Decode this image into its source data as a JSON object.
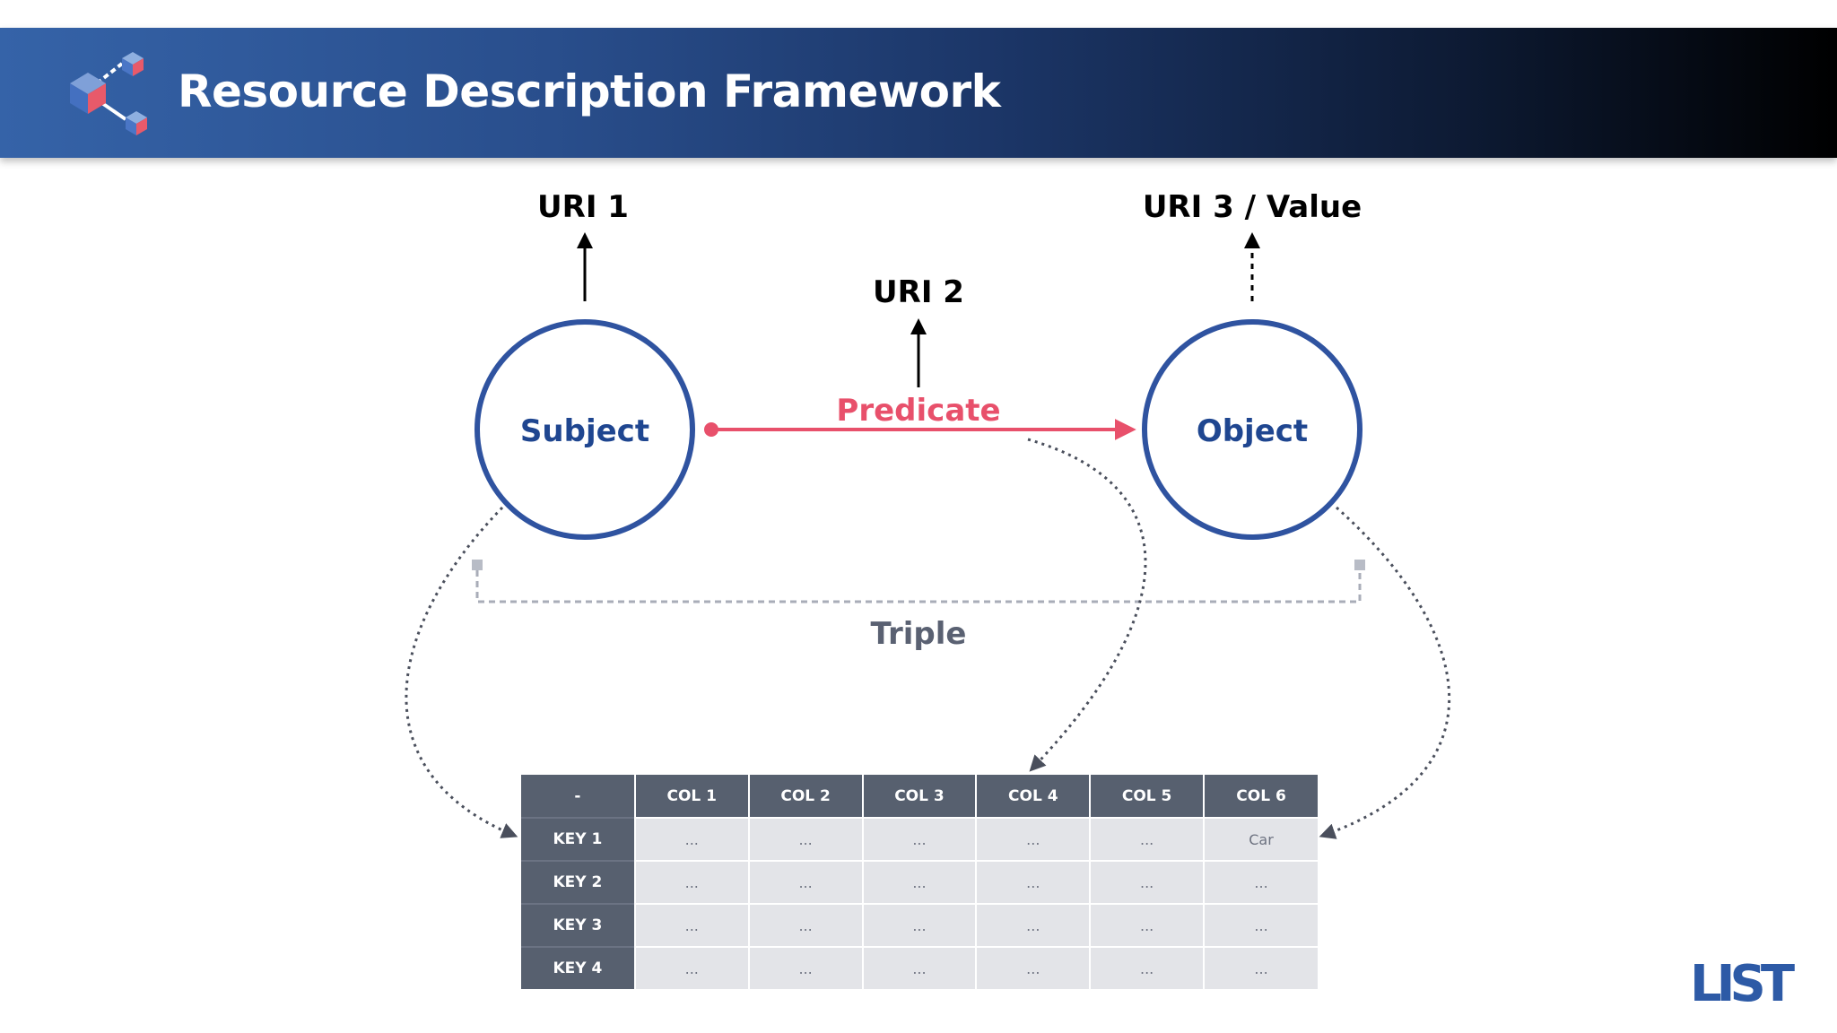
{
  "header": {
    "title": "Resource Description Framework"
  },
  "diagram": {
    "uri1": "URI 1",
    "uri2": "URI 2",
    "uri3": "URI 3 / Value",
    "subject": "Subject",
    "predicate": "Predicate",
    "object": "Object",
    "triple": "Triple"
  },
  "table": {
    "columns": [
      "-",
      "COL 1",
      "COL 2",
      "COL 3",
      "COL 4",
      "COL 5",
      "COL 6"
    ],
    "rows": [
      {
        "key": "KEY 1",
        "cells": [
          "...",
          "...",
          "...",
          "...",
          "...",
          "Car"
        ]
      },
      {
        "key": "KEY 2",
        "cells": [
          "...",
          "...",
          "...",
          "...",
          "...",
          "..."
        ]
      },
      {
        "key": "KEY 3",
        "cells": [
          "...",
          "...",
          "...",
          "...",
          "...",
          "..."
        ]
      },
      {
        "key": "KEY 4",
        "cells": [
          "...",
          "...",
          "...",
          "...",
          "...",
          "..."
        ]
      }
    ]
  },
  "logo": {
    "text": "LIST"
  },
  "colors": {
    "circle_stroke": "#2f53a0",
    "node_text": "#1f4690",
    "predicate": "#e8506b",
    "triple_text": "#5a6172",
    "table_header": "#57606f"
  },
  "icons": [
    "cubes-network-icon",
    "arrow-up-icon",
    "arrow-right-icon",
    "list-logo"
  ]
}
